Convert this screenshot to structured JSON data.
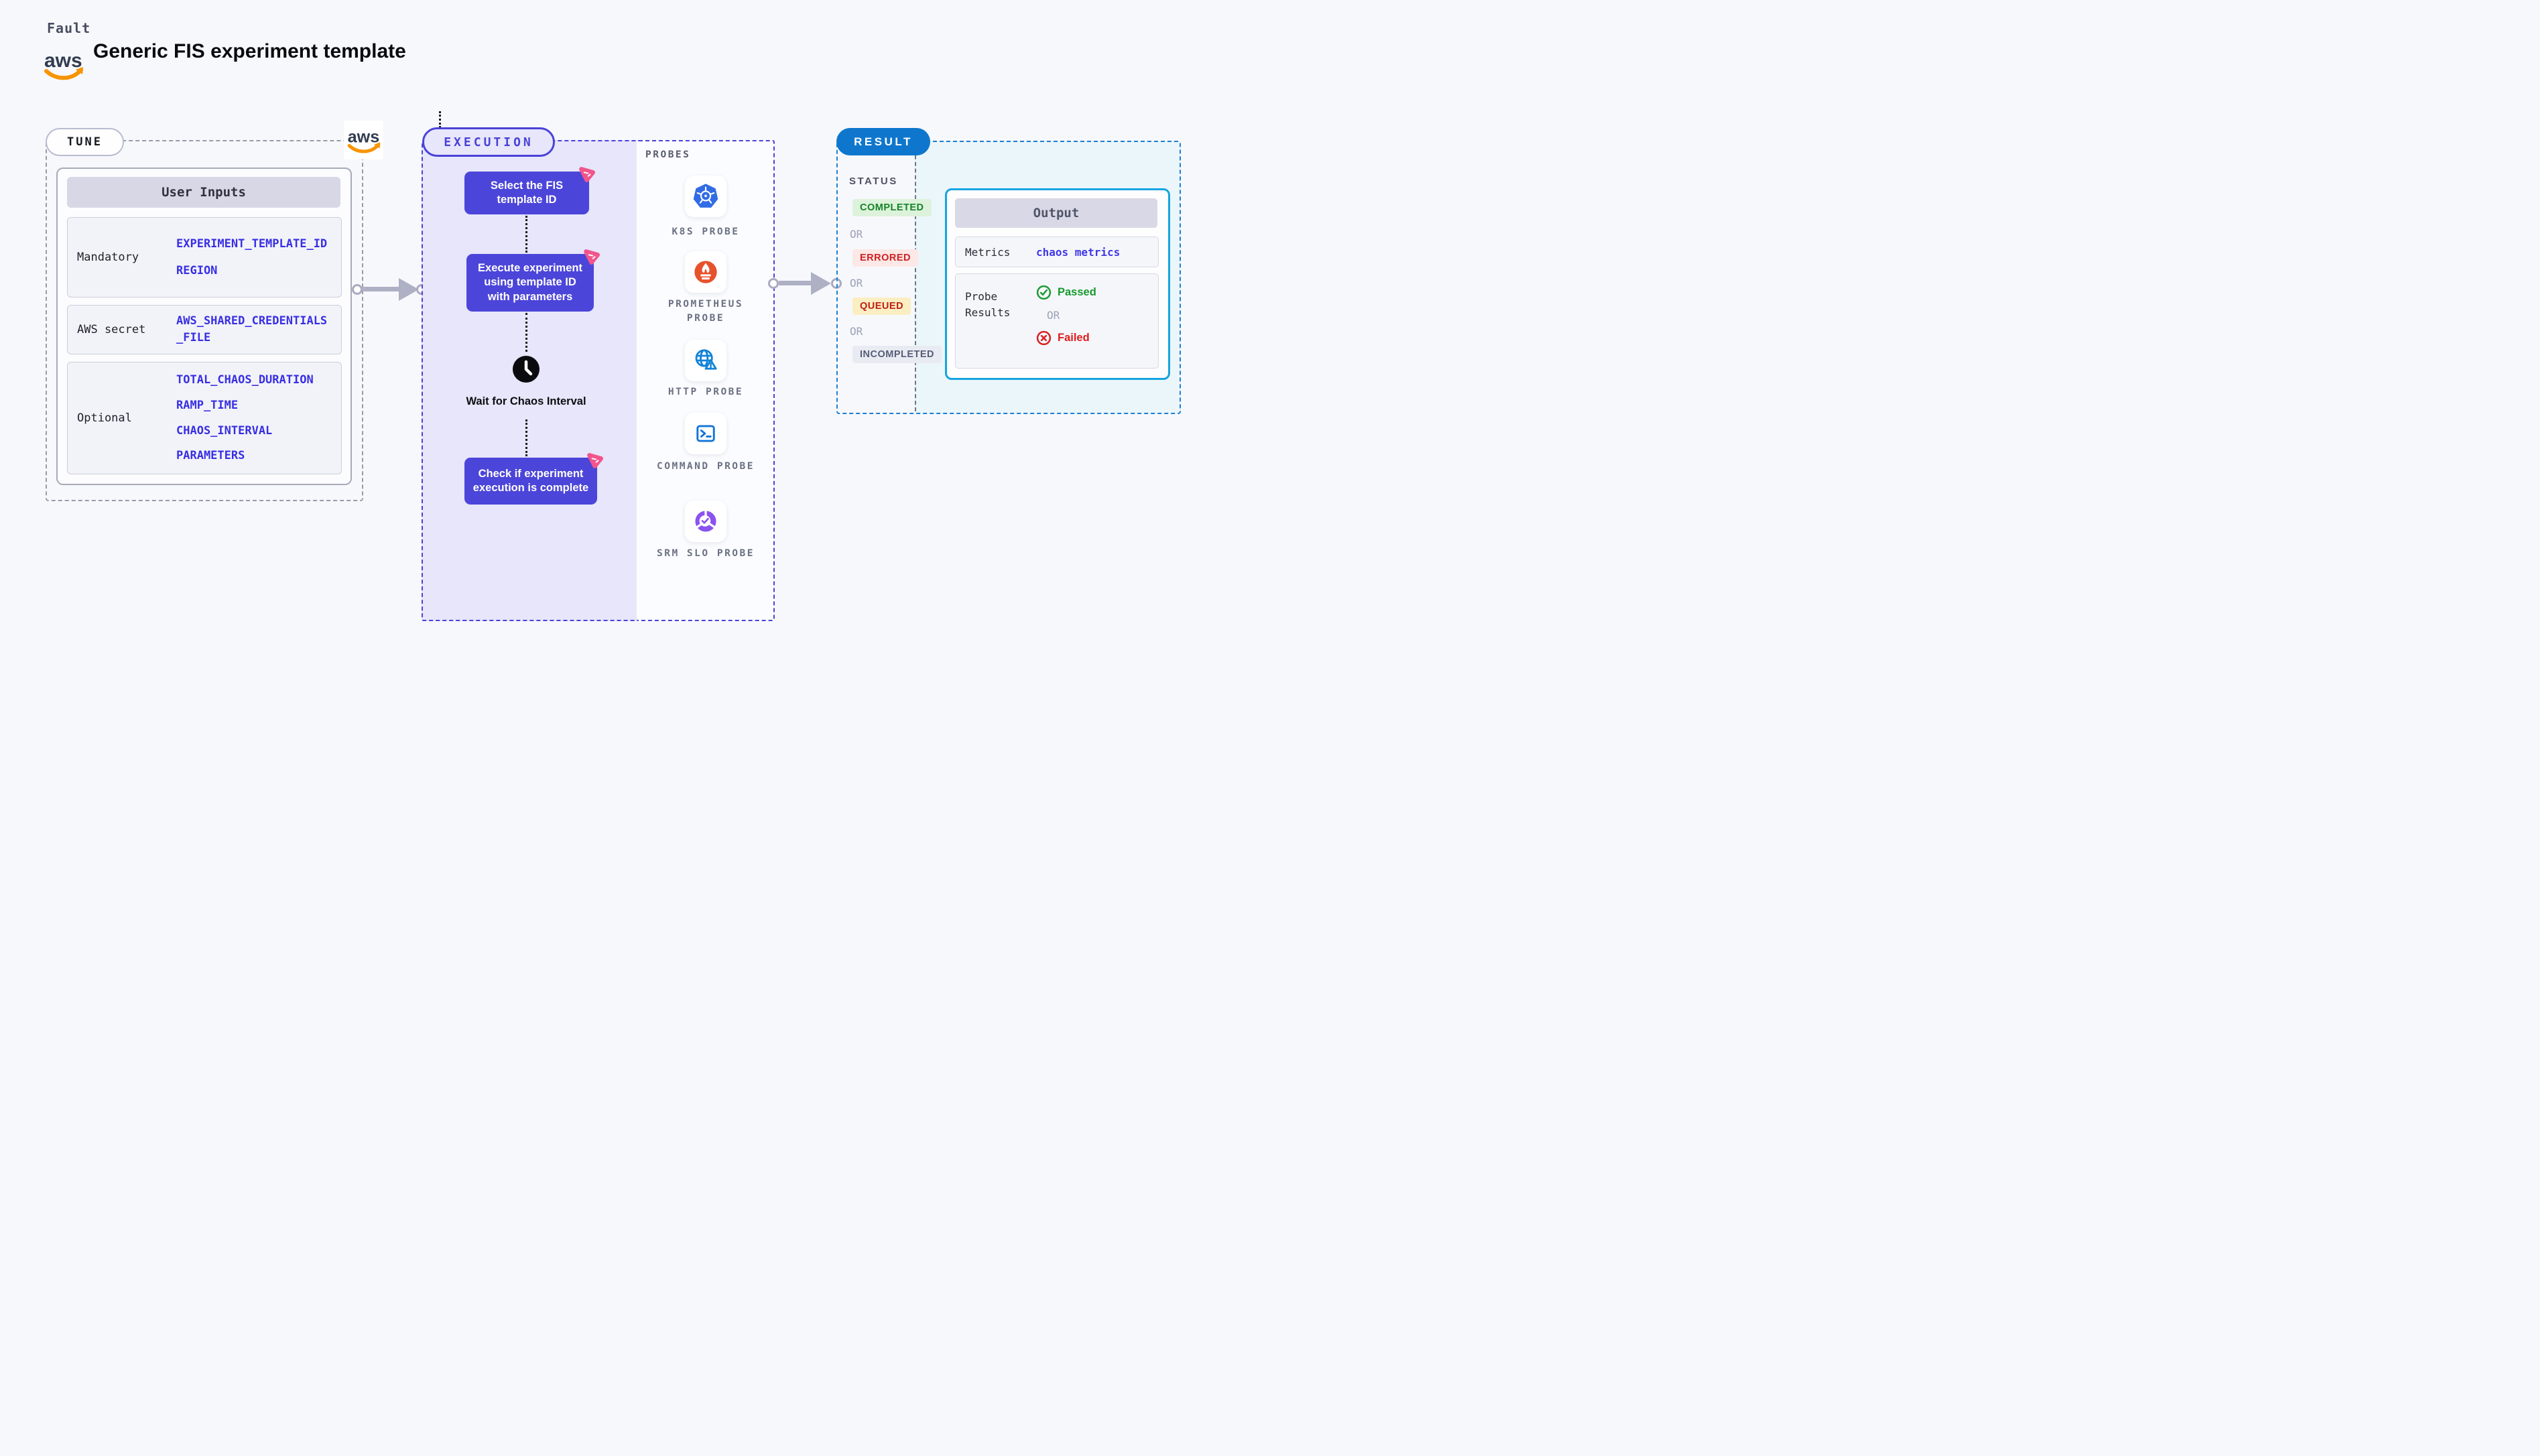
{
  "header": {
    "product": "Fault",
    "title": "Generic FIS experiment template",
    "aws_wordmark": "aws"
  },
  "tune": {
    "pill": "TUNE",
    "table": {
      "title": "User Inputs",
      "rows": [
        {
          "label": "Mandatory",
          "values": [
            "EXPERIMENT_TEMPLATE_ID",
            "REGION"
          ]
        },
        {
          "label": "AWS secret",
          "values": [
            "AWS_SHARED_CREDENTIALS_FILE"
          ]
        },
        {
          "label": "Optional",
          "values": [
            "TOTAL_CHAOS_DURATION",
            "RAMP_TIME",
            "CHAOS_INTERVAL",
            "PARAMETERS"
          ]
        }
      ]
    }
  },
  "execution": {
    "pill": "EXECUTION",
    "steps": [
      {
        "text": "Select the FIS template ID"
      },
      {
        "text": "Execute experiment using template ID with parameters"
      },
      {
        "text": "Wait for Chaos Interval",
        "icon": "clock-icon"
      },
      {
        "text": "Check if experiment execution is complete"
      }
    ]
  },
  "probes": {
    "title": "PROBES",
    "items": [
      {
        "label": "K8S PROBE",
        "icon": "kubernetes-icon"
      },
      {
        "label": "PROMETHEUS PROBE",
        "icon": "prometheus-icon"
      },
      {
        "label": "HTTP PROBE",
        "icon": "http-globe-icon"
      },
      {
        "label": "COMMAND PROBE",
        "icon": "terminal-icon"
      },
      {
        "label": "SRM SLO PROBE",
        "icon": "slo-donut-check-icon"
      }
    ]
  },
  "result": {
    "pill": "RESULT",
    "status_title": "STATUS",
    "or": "OR",
    "statuses": [
      {
        "label": "COMPLETED",
        "kind": "success"
      },
      {
        "label": "ERRORED",
        "kind": "error"
      },
      {
        "label": "QUEUED",
        "kind": "queued"
      },
      {
        "label": "INCOMPLETED",
        "kind": "muted"
      }
    ],
    "output": {
      "title": "Output",
      "metrics_label": "Metrics",
      "metrics_value": "chaos metrics",
      "probe_results_label": "Probe Results",
      "passed": "Passed",
      "failed": "Failed"
    }
  },
  "colors": {
    "indigo": "#4a42d8",
    "node_fill": "#4c45d9",
    "result_blue": "#0e77cd",
    "output_cyan": "#16a5e0",
    "chaos_pink": "#f2558c",
    "passed_green": "#169a2e",
    "failed_red": "#df1d1d",
    "value_blue": "#382fe3"
  }
}
